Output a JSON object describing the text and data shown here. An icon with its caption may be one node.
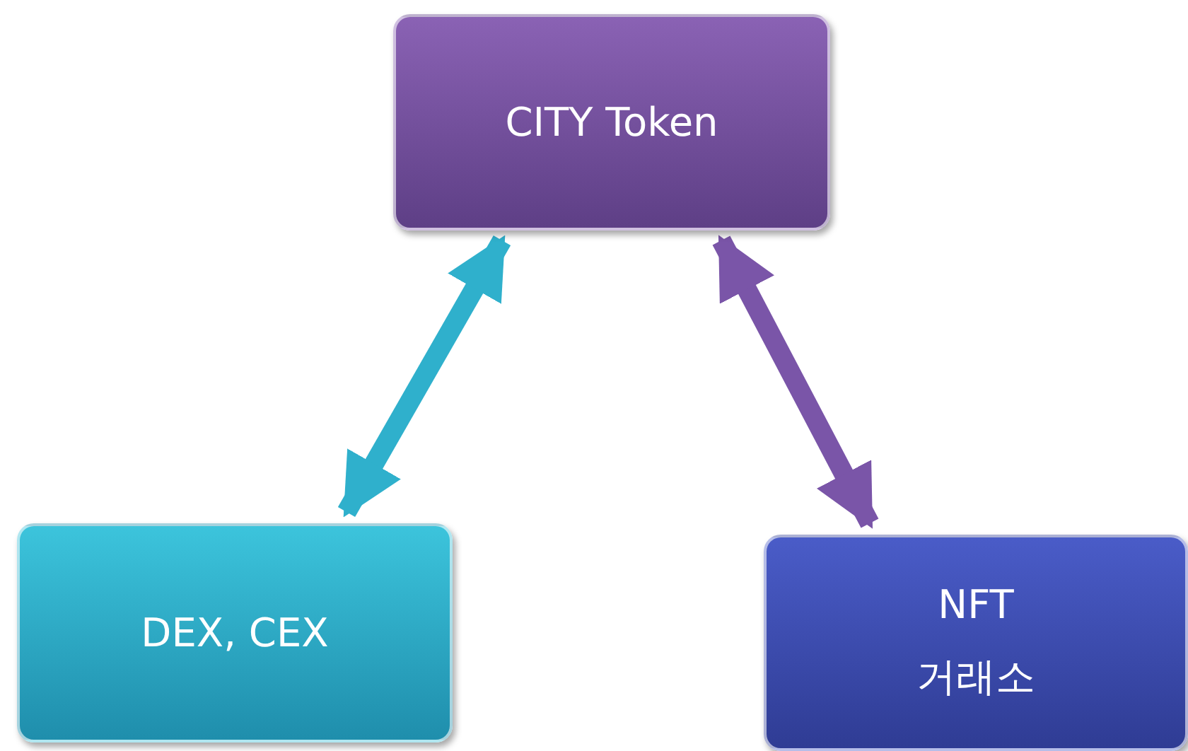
{
  "diagram": {
    "nodes": [
      {
        "text": [
          "CITY Token"
        ]
      },
      {
        "text": [
          "DEX, CEX"
        ]
      },
      {
        "text": [
          "NFT",
          "거래소"
        ]
      }
    ],
    "edges": [
      {
        "from": 0,
        "to": 1,
        "arrow": "both",
        "color": "#2fb0cc"
      },
      {
        "from": 0,
        "to": 2,
        "arrow": "both",
        "color": "#7a55a8"
      }
    ]
  }
}
